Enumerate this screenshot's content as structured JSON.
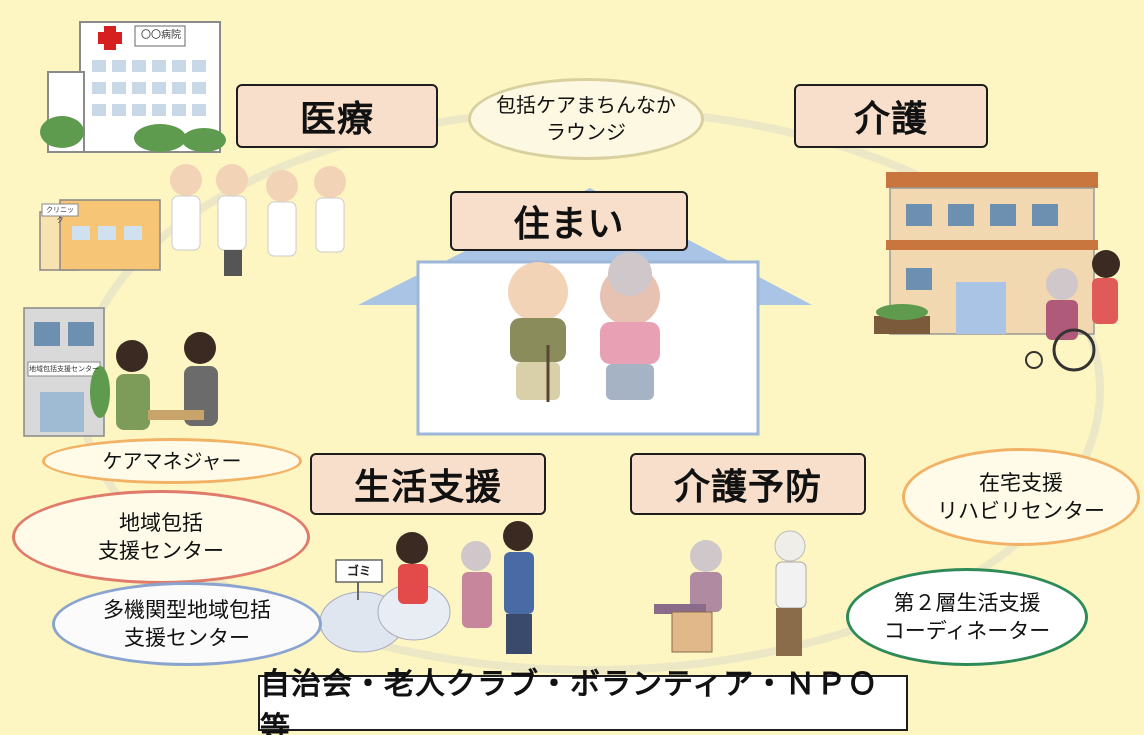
{
  "categories": {
    "medical": "医療",
    "care": "介護",
    "housing": "住まい",
    "life_support": "生活支援",
    "care_prevention": "介護予防"
  },
  "ovals": {
    "lounge": [
      "包括ケアまちんなか",
      "ラウンジ"
    ],
    "care_manager": [
      "ケアマネジャー"
    ],
    "regional_center": [
      "地域包括",
      "支援センター"
    ],
    "multi_center": [
      "多機関型地域包括",
      "支援センター"
    ],
    "home_rehab": [
      "在宅支援",
      "リハビリセンター"
    ],
    "coordinator": [
      "第２層生活支援",
      "コーディネーター"
    ]
  },
  "signs": {
    "hospital": "〇〇病院",
    "clinic": "クリニック",
    "center_building": "地域包括支援センター",
    "garbage": "ゴミ"
  },
  "bottom_bar": "自治会・老人クラブ・ボランティア・ＮＰＯ　等",
  "colors": {
    "background": "#fdf5c2",
    "label_fill": "#f7dfcc",
    "house_roof": "#a9c4e4",
    "house_body": "#ffffff",
    "circle_line": "#e8e4bc",
    "oval_orange": "#f2b266",
    "oval_red": "#e07a6a",
    "oval_blue": "#8aa4cf",
    "oval_green": "#2e8b57"
  }
}
